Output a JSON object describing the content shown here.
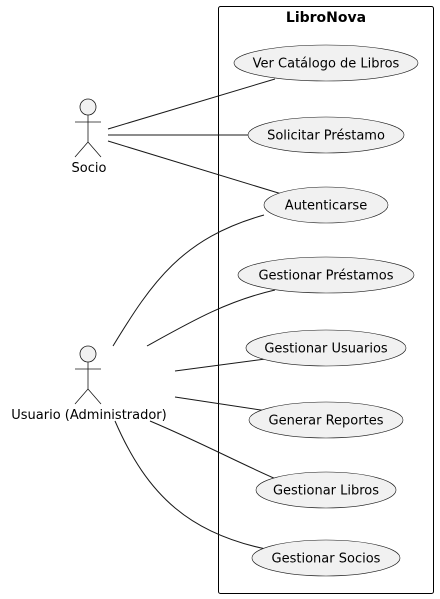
{
  "system": {
    "title": "LibroNova"
  },
  "actors": {
    "socio": {
      "label": "Socio"
    },
    "admin": {
      "label": "Usuario (Administrador)"
    }
  },
  "use_cases": {
    "ver_catalogo": "Ver Catálogo de Libros",
    "solicitar_prestamo": "Solicitar Préstamo",
    "autenticarse": "Autenticarse",
    "gestionar_prestamos": "Gestionar Préstamos",
    "gestionar_usuarios": "Gestionar Usuarios",
    "generar_reportes": "Generar Reportes",
    "gestionar_libros": "Gestionar Libros",
    "gestionar_socios": "Gestionar Socios"
  },
  "associations": [
    {
      "actor": "Socio",
      "use_case": "Ver Catálogo de Libros"
    },
    {
      "actor": "Socio",
      "use_case": "Solicitar Préstamo"
    },
    {
      "actor": "Socio",
      "use_case": "Autenticarse"
    },
    {
      "actor": "Usuario (Administrador)",
      "use_case": "Autenticarse"
    },
    {
      "actor": "Usuario (Administrador)",
      "use_case": "Gestionar Préstamos"
    },
    {
      "actor": "Usuario (Administrador)",
      "use_case": "Gestionar Usuarios"
    },
    {
      "actor": "Usuario (Administrador)",
      "use_case": "Generar Reportes"
    },
    {
      "actor": "Usuario (Administrador)",
      "use_case": "Gestionar Libros"
    },
    {
      "actor": "Usuario (Administrador)",
      "use_case": "Gestionar Socios"
    }
  ]
}
